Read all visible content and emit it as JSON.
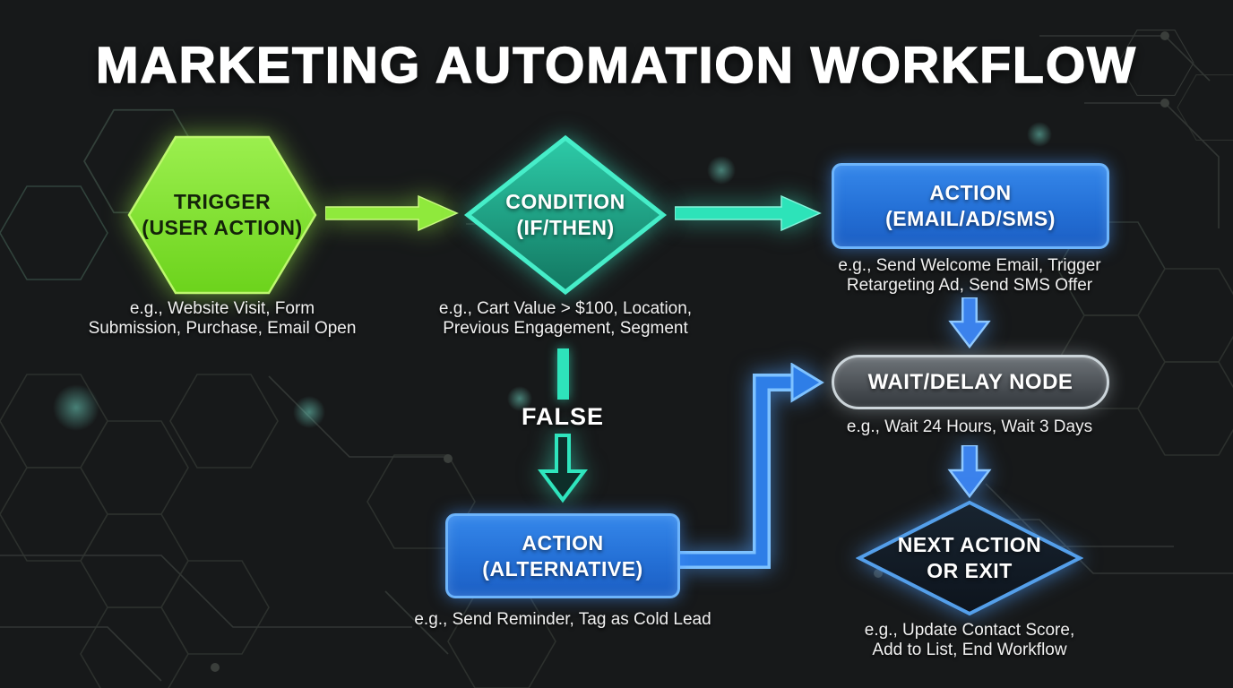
{
  "title": "MARKETING AUTOMATION WORKFLOW",
  "colors": {
    "background": "#17191a",
    "trigger_green": "#7fe02c",
    "condition_teal": "#22b392",
    "arrow_teal": "#2ee3bb",
    "action_blue": "#2874da",
    "blue_border": "#6db4fb",
    "pill_border": "#ccd5da",
    "text_light": "#f1f1f1",
    "text_dark": "#14230a"
  },
  "nodes": {
    "trigger": {
      "label_line1": "TRIGGER",
      "label_line2": "(USER ACTION)",
      "caption_line1": "e.g., Website Visit, Form",
      "caption_line2": "Submission, Purchase, Email Open"
    },
    "condition": {
      "label_line1": "CONDITION",
      "label_line2": "(IF/THEN)",
      "caption_line1": "e.g., Cart Value > $100, Location,",
      "caption_line2": "Previous Engagement, Segment"
    },
    "action_primary": {
      "label_line1": "ACTION",
      "label_line2": "(EMAIL/AD/SMS)",
      "caption_line1": "e.g., Send Welcome Email, Trigger",
      "caption_line2": "Retargeting Ad, Send SMS Offer"
    },
    "wait_delay": {
      "label_line1": "WAIT/DELAY NODE",
      "caption_line1": "e.g., Wait 24 Hours, Wait 3 Days"
    },
    "next_action": {
      "label_line1": "NEXT ACTION",
      "label_line2": "OR EXIT",
      "caption_line1": "e.g., Update Contact Score,",
      "caption_line2": "Add to List, End Workflow"
    },
    "action_alternative": {
      "label_line1": "ACTION",
      "label_line2": "(ALTERNATIVE)",
      "caption_line1": "e.g., Send Reminder, Tag as Cold Lead"
    }
  },
  "edges": {
    "false_label": "FALSE"
  }
}
